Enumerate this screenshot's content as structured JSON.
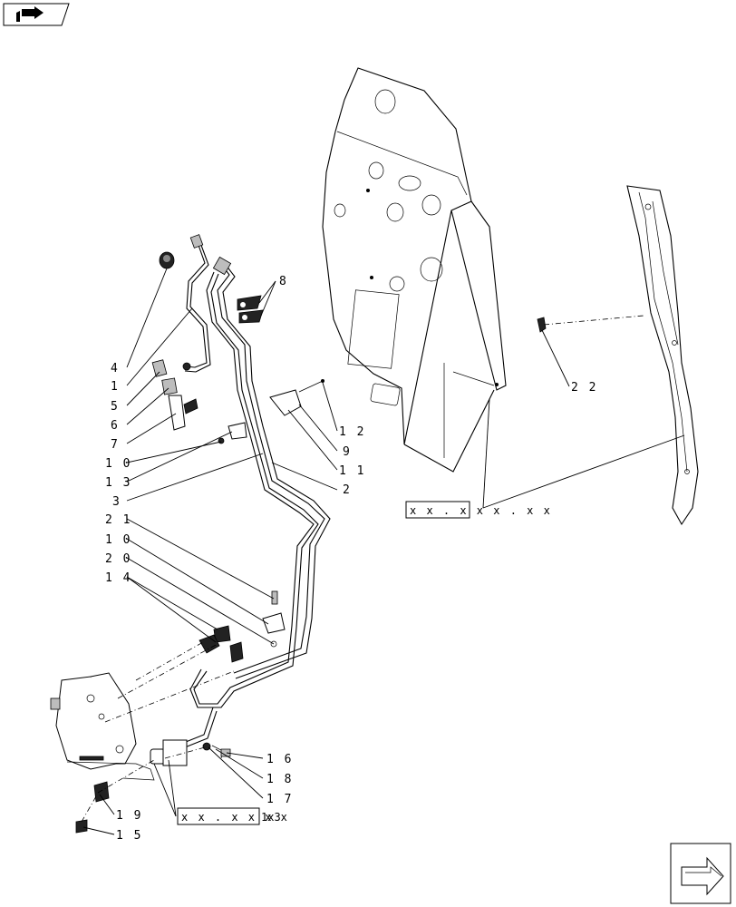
{
  "nav": {
    "prev_icon": "book-return-icon",
    "next_icon": "next-page-arrow-icon"
  },
  "callouts": [
    {
      "id": "c4",
      "text": "4"
    },
    {
      "id": "c1",
      "text": "1"
    },
    {
      "id": "c5",
      "text": "5"
    },
    {
      "id": "c6",
      "text": "6"
    },
    {
      "id": "c7",
      "text": "7"
    },
    {
      "id": "c10a",
      "text": "1 0"
    },
    {
      "id": "c13",
      "text": "1 3"
    },
    {
      "id": "c3",
      "text": "3"
    },
    {
      "id": "c21",
      "text": "2 1"
    },
    {
      "id": "c10b",
      "text": "1 0"
    },
    {
      "id": "c20",
      "text": "2 0"
    },
    {
      "id": "c14",
      "text": "1 4"
    },
    {
      "id": "c8",
      "text": "8"
    },
    {
      "id": "c12",
      "text": "1 2"
    },
    {
      "id": "c9",
      "text": "9"
    },
    {
      "id": "c11",
      "text": "1 1"
    },
    {
      "id": "c2",
      "text": "2"
    },
    {
      "id": "c22",
      "text": "2 2"
    },
    {
      "id": "c16",
      "text": "1 6"
    },
    {
      "id": "c18",
      "text": "1 8"
    },
    {
      "id": "c17",
      "text": "1 7"
    },
    {
      "id": "c19",
      "text": "1 9"
    },
    {
      "id": "c15",
      "text": "1 5"
    }
  ],
  "references": {
    "panel_ref": "x x . x x x . x x",
    "valve_ref": "x x . x x x",
    "valve_suffix": "1x3x"
  }
}
